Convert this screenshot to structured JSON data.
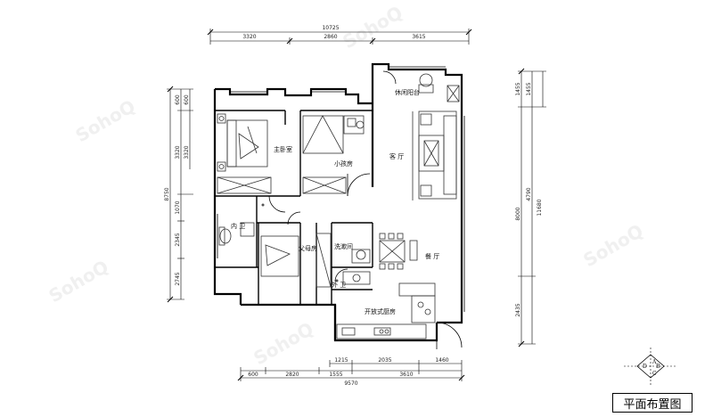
{
  "title": "平面布置图",
  "watermark": "SohoQ",
  "rooms": {
    "master_bedroom": "主卧室",
    "kids_room": "小孩房",
    "living_room": "客 厅",
    "leisure_balcony": "休闲阳台",
    "inner_bath": "内 卫",
    "parents_room": "父母房",
    "laundry": "洗漱间",
    "outer_bath": "外 卫",
    "dining": "餐 厅",
    "kitchen": "开放式厨房"
  },
  "dimensions": {
    "top_total": "10725",
    "top": [
      "3320",
      "2860",
      "3615"
    ],
    "bottom_inner": [
      "1215",
      "2035",
      "1460"
    ],
    "bottom_outer": [
      "600",
      "2820",
      "1555",
      "3610"
    ],
    "bottom_total": "9570",
    "left_total": "8750",
    "left": [
      "600",
      "3320",
      "1070",
      "2345",
      "2745"
    ],
    "left_inner": [
      "600",
      "3320"
    ],
    "right_top": [
      "1455",
      "1455"
    ],
    "right_outer": "11680",
    "right_mid": [
      "4790",
      "8000"
    ],
    "right_low": "2435"
  },
  "compass": {
    "n": "A",
    "w": "D",
    "e": "B",
    "s": "C"
  }
}
